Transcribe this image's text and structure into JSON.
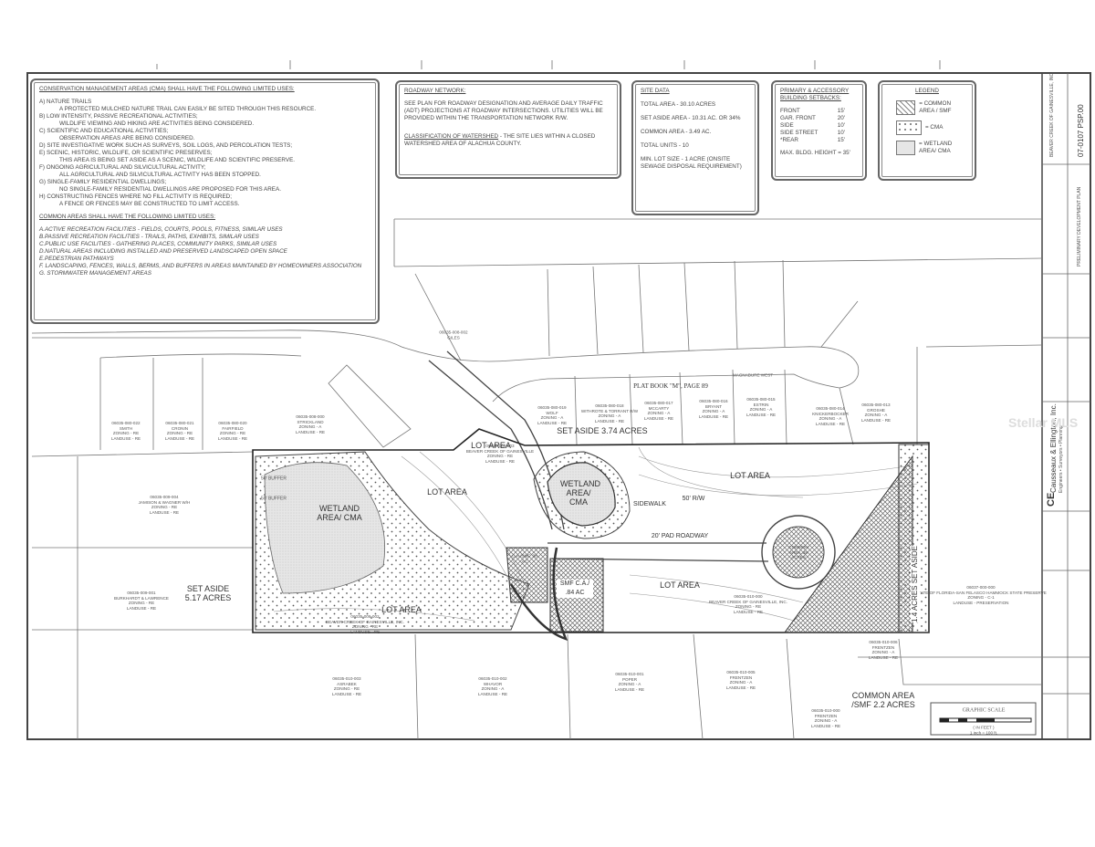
{
  "cma_box": {
    "title": "CONSERVATION MANAGEMENT AREAS (CMA) SHALL HAVE THE FOLLOWING LIMITED USES:",
    "items": [
      {
        "head": "A) NATURE TRAILS",
        "body": "A PROTECTED MULCHED NATURE TRAIL CAN EASILY BE SITED THROUGH THIS RESOURCE."
      },
      {
        "head": "B) LOW INTENSITY, PASSIVE RECREATIONAL ACTIVITIES;",
        "body": "WILDLIFE VIEWING AND HIKING ARE ACTIVITIES BEING CONSIDERED."
      },
      {
        "head": "C) SCIENTIFIC AND EDUCATIONAL ACTIVITIES;",
        "body": "OBSERVATION AREAS ARE BEING CONSIDERED."
      },
      {
        "head": "D) SITE INVESTIGATIVE WORK SUCH AS SURVEYS, SOIL LOGS, AND PERCOLATION TESTS;",
        "body": ""
      },
      {
        "head": "E) SCENIC, HISTORIC, WILDLIFE, OR SCIENTIFIC PRESERVES;",
        "body": "THIS AREA IS BEING SET ASIDE AS A SCENIC, WILDLIFE AND SCIENTIFIC PRESERVE."
      },
      {
        "head": "F) ONGOING AGRICULTURAL AND SILVICULTURAL ACTIVITY;",
        "body": "ALL AGRICULTURAL AND SILVICULTURAL ACTIVITY HAS BEEN STOPPED."
      },
      {
        "head": "G) SINGLE-FAMILY RESIDENTIAL DWELLINGS;",
        "body": "NO SINGLE-FAMILY RESIDENTIAL DWELLINGS ARE PROPOSED FOR THIS AREA."
      },
      {
        "head": "H) CONSTRUCTING FENCES WHERE NO FILL ACTIVITY IS REQUIRED;",
        "body": "A FENCE OR FENCES MAY BE CONSTRUCTED TO LIMIT ACCESS."
      }
    ],
    "common_title": "COMMON AREAS SHALL HAVE THE FOLLOWING LIMITED USES:",
    "common_items": [
      "A.ACTIVE RECREATION FACILITIES - FIELDS, COURTS, POOLS, FITNESS, SIMILAR USES",
      "B.PASSIVE RECREATION FACILITIES - TRAILS, PATHS, EXHIBITS, SIMILAR USES",
      "C.PUBLIC USE FACILITIES - GATHERING PLACES, COMMUNITY PARKS, SIMILAR USES",
      "D.NATURAL AREAS INCLUDING INSTALLED AND PRESERVED LANDSCAPED OPEN SPACE",
      "E.PEDESTRIAN PATHWAYS",
      "F. LANDSCAPING, FENCES, WALLS, BERMS, AND BUFFERS IN AREAS MAINTAINED BY HOMEOWNERS ASSOCIATION",
      "G. STORMWATER MANAGEMENT AREAS"
    ]
  },
  "roadway_box": {
    "title": "ROADWAY NETWORK:",
    "text": "SEE PLAN FOR ROADWAY DESIGNATION AND AVERAGE DAILY TRAFFIC (ADT) PROJECTIONS AT ROADWAY INTERSECTIONS. UTILITIES WILL BE PROVIDED WITHIN THE TRANSPORTATION NETWORK R/W.",
    "watershed_title": "CLASSIFICATION OF WATERSHED",
    "watershed_text": " - THE SITE LIES WITHIN A CLOSED WATERSHED AREA OF ALACHUA COUNTY."
  },
  "site_data": {
    "title": "SITE DATA",
    "lines": [
      "TOTAL AREA - 30.10 ACRES",
      "SET ASIDE AREA - 10.31 AC. OR 34%",
      "COMMON AREA - 3.49 AC.",
      "TOTAL UNITS - 10",
      "MIN. LOT SIZE - 1 ACRE (ONSITE SEWAGE DISPOSAL REQUIREMENT)"
    ]
  },
  "setbacks": {
    "title": "PRIMARY & ACCESSORY BUILDING SETBACKS:",
    "rows": [
      {
        "label": "FRONT",
        "value": "15'"
      },
      {
        "label": "GAR. FRONT",
        "value": "20'"
      },
      {
        "label": "SIDE",
        "value": "10'"
      },
      {
        "label": "SIDE STREET",
        "value": "10'"
      },
      {
        "label": "*REAR",
        "value": "15'"
      }
    ],
    "max_height": "MAX. BLDG. HEIGHT = 35'"
  },
  "legend": {
    "title": "LEGEND",
    "items": [
      {
        "label": "= COMMON AREA / SMF",
        "pattern": "crosshatch"
      },
      {
        "label": "= CMA",
        "pattern": "dots"
      },
      {
        "label": "= WETLAND AREA/ CMA",
        "pattern": "stipple"
      }
    ]
  },
  "parcels": [
    [
      "06035-080-022",
      "SMITH",
      "ZONING - RE",
      "LANDUSE - RE"
    ],
    [
      "06035-080-021",
      "CRONIN",
      "ZONING - RE",
      "LANDUSE - RE"
    ],
    [
      "06035-080-020",
      "FAIRFIELD",
      "ZONING - RE",
      "LANDUSE - RE"
    ],
    [
      "06035-008-000",
      "STRICKLAND",
      "ZONING - A",
      "LANDUSE - RE"
    ],
    [
      "06035-008-002",
      "GILES",
      "",
      ""
    ],
    [
      "06035-080-019",
      "WOLF",
      "ZONING - A",
      "LANDUSE - RE"
    ],
    [
      "06035-080-018",
      "WITHROTE & TORRANT R/W",
      "ZONING - A",
      "LANDUSE - RE"
    ],
    [
      "06035-080-017",
      "MCCARTY",
      "ZONING - A",
      "LANDUSE - RE"
    ],
    [
      "06035-080-016",
      "BRYANT",
      "ZONING - A",
      "LANDUSE - RE"
    ],
    [
      "06035-080-015",
      "ESTRIN",
      "ZONING - A",
      "LANDUSE - RE"
    ],
    [
      "06035-080-014",
      "KNICKERBOCKER",
      "ZONING - A",
      "LANDUSE - RE"
    ],
    [
      "06035-080-013",
      "GROSHE",
      "ZONING - A",
      "LANDUSE - RE"
    ],
    [
      "06035-009-004",
      "JAMISON & WAGNER W/H",
      "ZONING - RE",
      "LANDUSE - RE"
    ],
    [
      "06035-009-001",
      "BURKHARDT & LAWRENCE",
      "ZONING - RE",
      "LANDUSE - RE"
    ],
    [
      "06035-009-002",
      "BEAVER CREEK OF GAINESVILLE, INC.",
      "ZONING - RE",
      "LANDUSE - RE"
    ],
    [
      "06035-009-003",
      "BEAVER CREEK OF GAINESVILLE",
      "ZONING - RE",
      "LANDUSE - RE"
    ],
    [
      "06035-010-000",
      "BEAVER CREEK OF GAINESVILLE, INC.",
      "ZONING - RE",
      "LANDUSE - RE"
    ],
    [
      "06035-010-003",
      "ASRABEK",
      "ZONING - RE",
      "LANDUSE - RE"
    ],
    [
      "06035-010-002",
      "WHAVOR",
      "ZONING - A",
      "LANDUSE - RE"
    ],
    [
      "06035-010-001",
      "POPER",
      "ZONING - A",
      "LANDUSE - RE"
    ],
    [
      "06035-010-005",
      "FRENTZEN",
      "ZONING - A",
      "LANDUSE - RE"
    ],
    [
      "06035-010-006",
      "FRENTZEN",
      "ZONING - A",
      "LANDUSE - RE"
    ],
    [
      "06035-010-000",
      "FRENTZEN",
      "ZONING - A",
      "LANDUSE - RE"
    ],
    [
      "06037-000-000",
      "STATE OF FLORIDA-SAN FELASCO HAMMOCK STATE PRESERVE",
      "ZONING - C-1",
      "LANDUSE - PRESERVATION"
    ]
  ],
  "areas": {
    "set_aside_374": "SET ASIDE 3.74 ACRES",
    "lot_area_1": "LOT AREA",
    "lot_area_2": "LOT AREA",
    "lot_area_3": "LOT AREA",
    "lot_area_4": "LOT AREA",
    "lot_area_5": "LOT AREA",
    "wetland_1": "WETLAND AREA/ CMA",
    "wetland_2": "WETLAND AREA/ CMA",
    "buffer_1": "50' BUFFER",
    "buffer_2": "50' BUFFER",
    "sidewalk": "SIDEWALK",
    "row": "50' R/W",
    "roadway": "20' PAD ROADWAY",
    "common_38": "COMMON AREA .38 ACRES",
    "smf_84": "SMF C.A./ .84 AC",
    "ca_smf_38": "C.A./SMF .38 AC",
    "set_aside_517": "SET ASIDE 5.17 ACRES",
    "set_aside_14": "1.4 ACRES SET ASIDE",
    "common_22": "COMMON AREA /SMF 2.2 ACRES",
    "plat_book": "PLAT BOOK \"M\", PAGE 89",
    "subdivision": "MAGNABURE WEST"
  },
  "scale": {
    "title": "GRAPHIC SCALE",
    "units": "( IN FEET )",
    "ratio": "1 inch = 100 ft."
  },
  "title_block": {
    "firm": "Causseaux & Ellington, Inc.",
    "firm_sub": "Engineers • Surveyors • Planning",
    "logo": "CE",
    "sheet_no": "07-0107 PSP.00",
    "project": "BEAVER CREEK OF GAINESVILLE, INC.",
    "drawing": "PRELIMINARY DEVELOPMENT PLAN"
  },
  "watermark": "Stellar MLS"
}
